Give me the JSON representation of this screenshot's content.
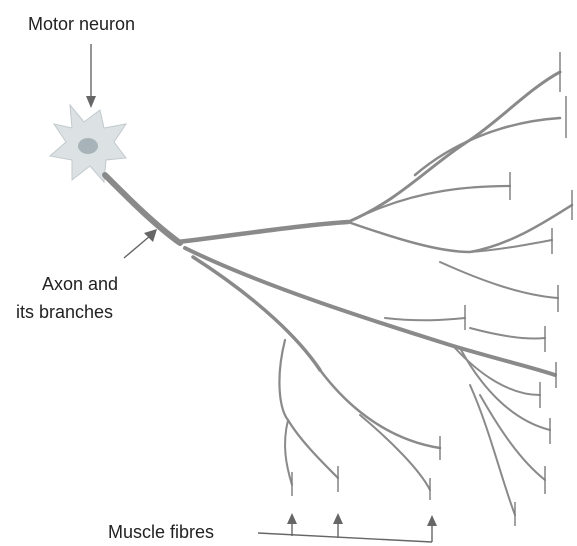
{
  "labels": {
    "motor_neuron": "Motor neuron",
    "axon_line1": "Axon and",
    "axon_line2": "its branches",
    "muscle_fibres": "Muscle fibres"
  },
  "colors": {
    "stroke": "#8a8a8a",
    "cell_body": "#d7dde0",
    "nucleus": "#9aa7ad",
    "arrow": "#666666",
    "text": "#222222"
  }
}
